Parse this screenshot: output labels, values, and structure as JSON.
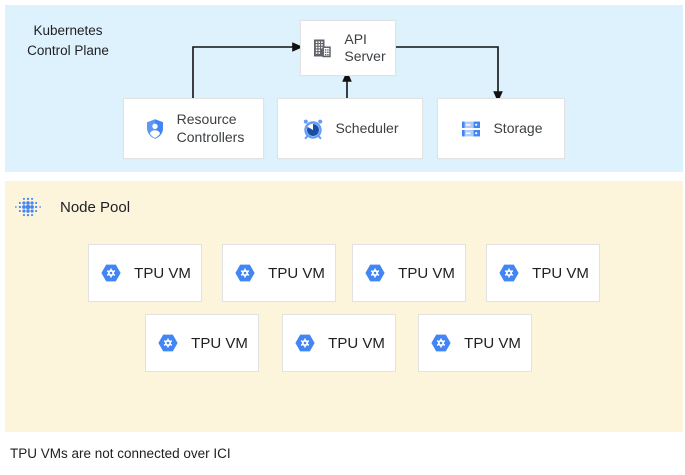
{
  "control_plane": {
    "label": "Kubernetes\nControl Plane",
    "nodes": {
      "api_server": {
        "label": "API\nServer",
        "icon": "building-icon"
      },
      "resource_controllers": {
        "label": "Resource\nControllers",
        "icon": "shield-user-icon"
      },
      "scheduler": {
        "label": "Scheduler",
        "icon": "alarm-clock-icon"
      },
      "storage": {
        "label": "Storage",
        "icon": "storage-disks-icon"
      }
    },
    "arrows": [
      {
        "from": "resource_controllers",
        "to": "api_server"
      },
      {
        "from": "scheduler",
        "to": "api_server"
      },
      {
        "from": "api_server",
        "to": "storage"
      }
    ]
  },
  "node_pool": {
    "label": "Node Pool",
    "icon": "dotted-cluster-icon",
    "vms": [
      {
        "label": "TPU VM"
      },
      {
        "label": "TPU VM"
      },
      {
        "label": "TPU VM"
      },
      {
        "label": "TPU VM"
      },
      {
        "label": "TPU VM"
      },
      {
        "label": "TPU VM"
      },
      {
        "label": "TPU VM"
      }
    ]
  },
  "footnote": "TPU VMs are not connected over ICI",
  "colors": {
    "control_plane_bg": "#def2fd",
    "node_pool_bg": "#fcf4db",
    "google_blue": "#4285f4",
    "light_blue": "#669df6",
    "pale_blue": "#aecbfa",
    "navy_blue": "#174ea6",
    "icon_gray": "#5f6368",
    "arrow": "#111111"
  }
}
